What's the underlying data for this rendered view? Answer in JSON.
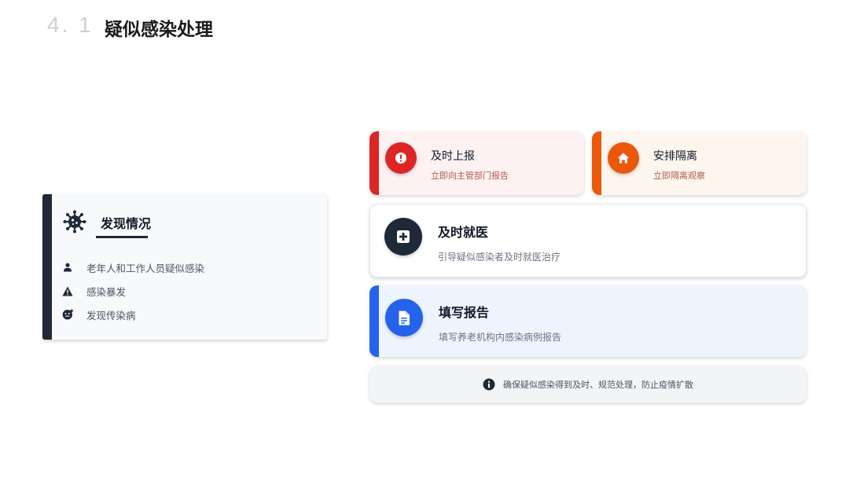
{
  "header": {
    "section_number": "4. 1",
    "title": "疑似感染处理"
  },
  "discovery": {
    "icon": "virus-icon",
    "title": "发现情况",
    "items": [
      {
        "icon": "person-icon",
        "label": "老年人和工作人员疑似感染"
      },
      {
        "icon": "warning-icon",
        "label": "感染暴发"
      },
      {
        "icon": "virus-face-icon",
        "label": "发现传染病"
      }
    ]
  },
  "steps": {
    "report_now": {
      "icon": "exclamation-icon",
      "title": "及时上报",
      "subtitle": "立即向主管部门报告",
      "color": "#dc2626"
    },
    "isolation": {
      "icon": "home-icon",
      "title": "安排隔离",
      "subtitle": "立即隔离观察",
      "color": "#ea580c"
    },
    "medical": {
      "icon": "medical-cross-icon",
      "title": "及时就医",
      "subtitle": "引导疑似感染者及时就医治疗",
      "color": "#1f2937"
    },
    "fill_report": {
      "icon": "document-icon",
      "title": "填写报告",
      "subtitle": "填写养老机构内感染病例报告",
      "color": "#2563eb"
    }
  },
  "note": {
    "icon": "info-icon",
    "text": "确保疑似感染得到及时、规范处理，防止疫情扩散"
  }
}
